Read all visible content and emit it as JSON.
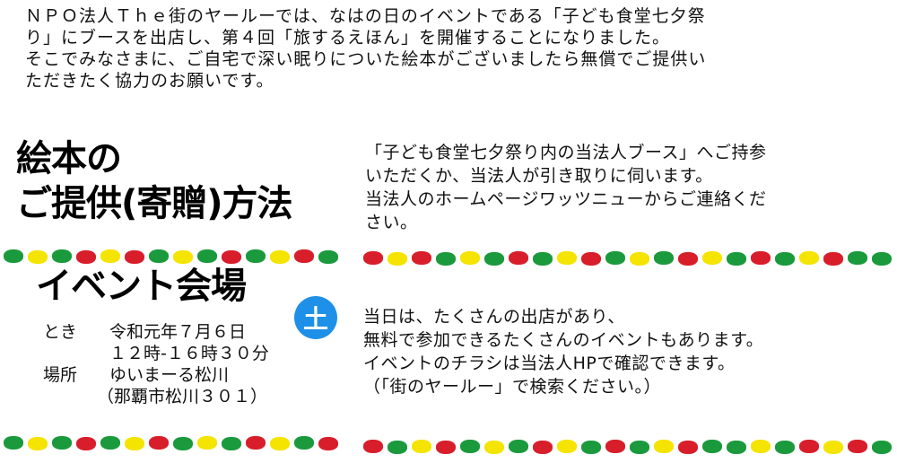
{
  "intro": {
    "lines": [
      "ＮＰＯ法人Ｔｈｅ街のヤールーでは、なはの日のイベントである「子ども食堂七夕祭",
      "り」にブースを出店し、第４回「旅するえほん」を開催することになりました。",
      "そこでみなさまに、ご自宅で深い眠りについた絵本がございましたら無償でご提供い",
      "ただきたく協力のお願いです。"
    ]
  },
  "donation": {
    "heading_line1": "絵本の",
    "heading_line2": "ご提供(寄贈)方法",
    "lines": [
      "「子ども食堂七夕祭り内の当法人ブース」へご持参",
      "いただくか、当法人が引き取りに伺います。",
      "当法人のホームページワッツニューからご連絡くだ",
      "さい。"
    ]
  },
  "venue": {
    "heading": "イベント会場",
    "when_label": "とき",
    "date": "令和元年７月６日",
    "time": "１２時‐１６時３０分",
    "place_label": "場所",
    "place": "ゆいまーる松川",
    "address": "（那覇市松川３０１）",
    "badge": "土"
  },
  "event": {
    "lines": [
      "当日は、たくさんの出店があり、",
      "無料で参加できるたくさんのイベントもあります。",
      "イベントのチラシは当法人HPで確認できます。",
      "（「街のヤールー」で検索ください。）"
    ]
  },
  "colors": {
    "badge": "#1e90e8",
    "dot_green": "#1a9a3c",
    "dot_yellow": "#f4e400",
    "dot_red": "#d81e2a"
  }
}
